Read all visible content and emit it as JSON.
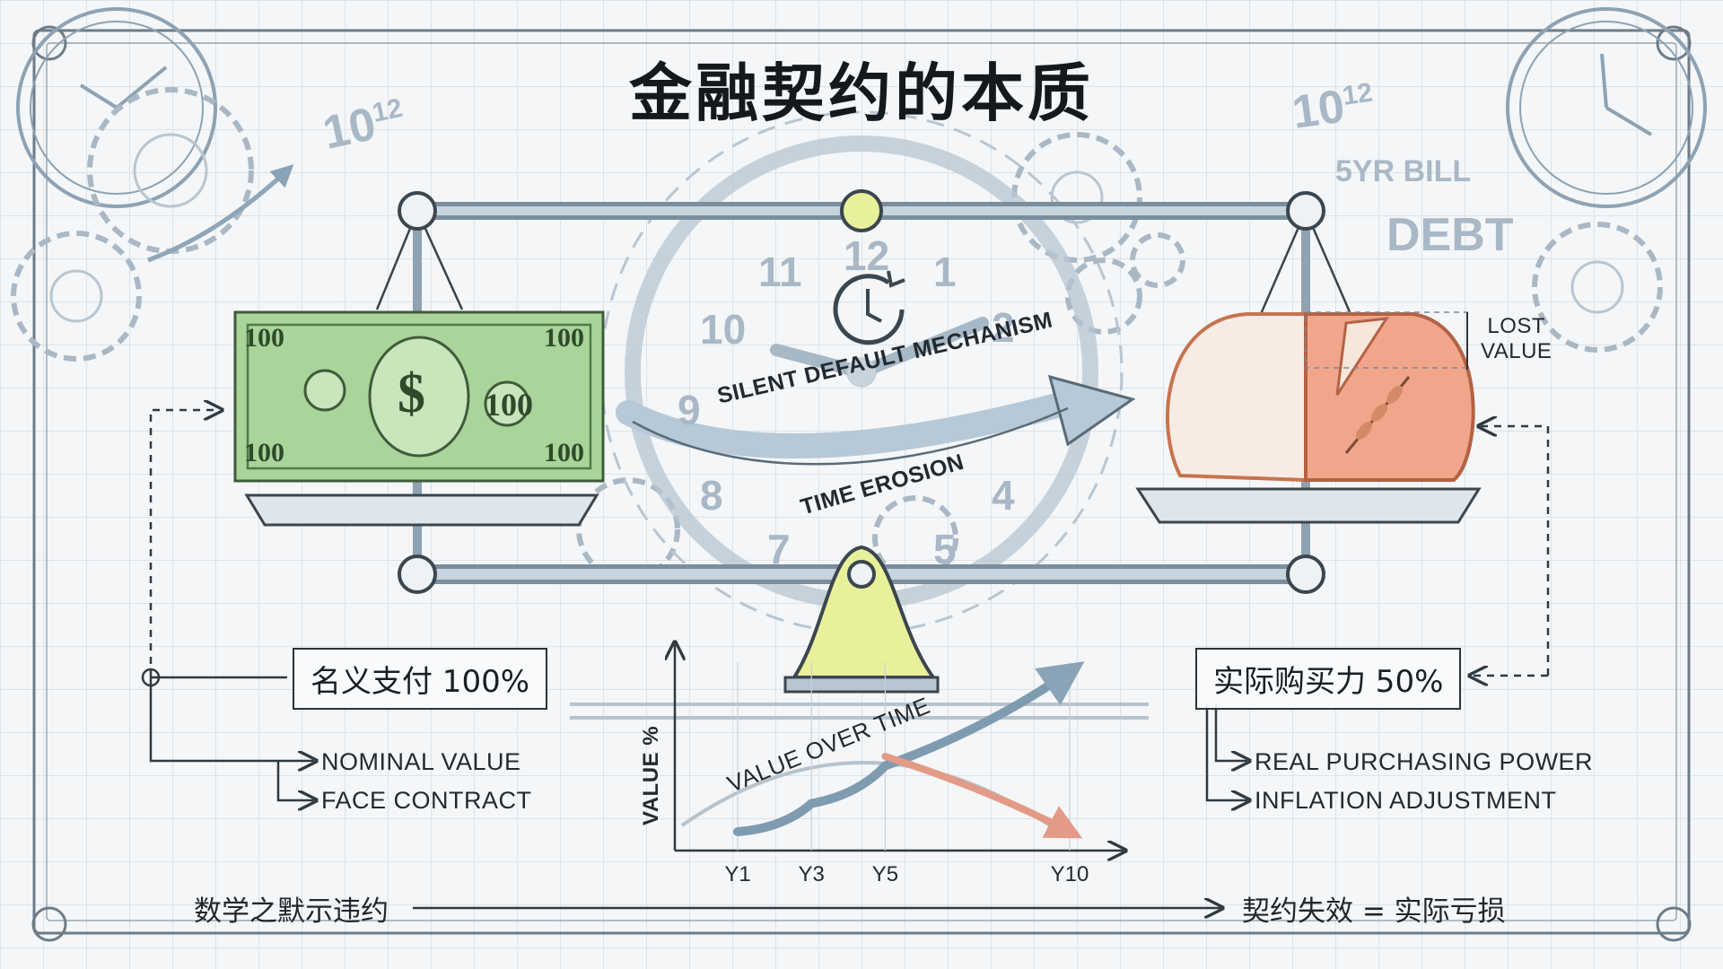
{
  "title": "金融契约的本质",
  "decor": {
    "exponent_left": "10",
    "exponent_left_sup": "12",
    "exponent_right": "10",
    "exponent_right_sup": "12",
    "bill_label": "5YR BILL",
    "debt_label": "DEBT",
    "clock_numbers": [
      "12",
      "1",
      "2",
      "4",
      "5",
      "7",
      "8",
      "9",
      "10",
      "11"
    ]
  },
  "banknote": {
    "denomination": "100",
    "symbol": "$"
  },
  "bread": {
    "lost_value_line1": "LOST",
    "lost_value_line2": "VALUE"
  },
  "arrows": {
    "silent_default": "SILENT DEFAULT MECHANISM",
    "time_erosion": "TIME EROSION"
  },
  "left_panel": {
    "box": "名义支付 100%",
    "items": [
      "NOMINAL VALUE",
      "FACE CONTRACT"
    ]
  },
  "right_panel": {
    "box": "实际购买力 50%",
    "items": [
      "REAL PURCHASING POWER",
      "INFLATION ADJUSTMENT"
    ]
  },
  "chart_data": {
    "type": "line",
    "title": "",
    "xlabel": "",
    "ylabel": "VALUE %",
    "annotation": "VALUE OVER TIME",
    "categories": [
      "Y1",
      "Y3",
      "Y5",
      "Y10"
    ],
    "series": [
      {
        "values": [
          10,
          25,
          45,
          95
        ],
        "color": "#7f9bb0"
      },
      {
        "values": [
          null,
          null,
          50,
          10
        ],
        "color": "#e39a86"
      }
    ],
    "grid": true
  },
  "footer": {
    "left": "数学之默示违约",
    "right": "契约失效 = 实际亏损"
  },
  "colors": {
    "ink": "#1d2329",
    "steel": "#8ea6b8",
    "pivot": "#e9f09a",
    "money": "#a9d49a",
    "bread": "#f1a68b",
    "arrow": "#b7c8d6"
  }
}
